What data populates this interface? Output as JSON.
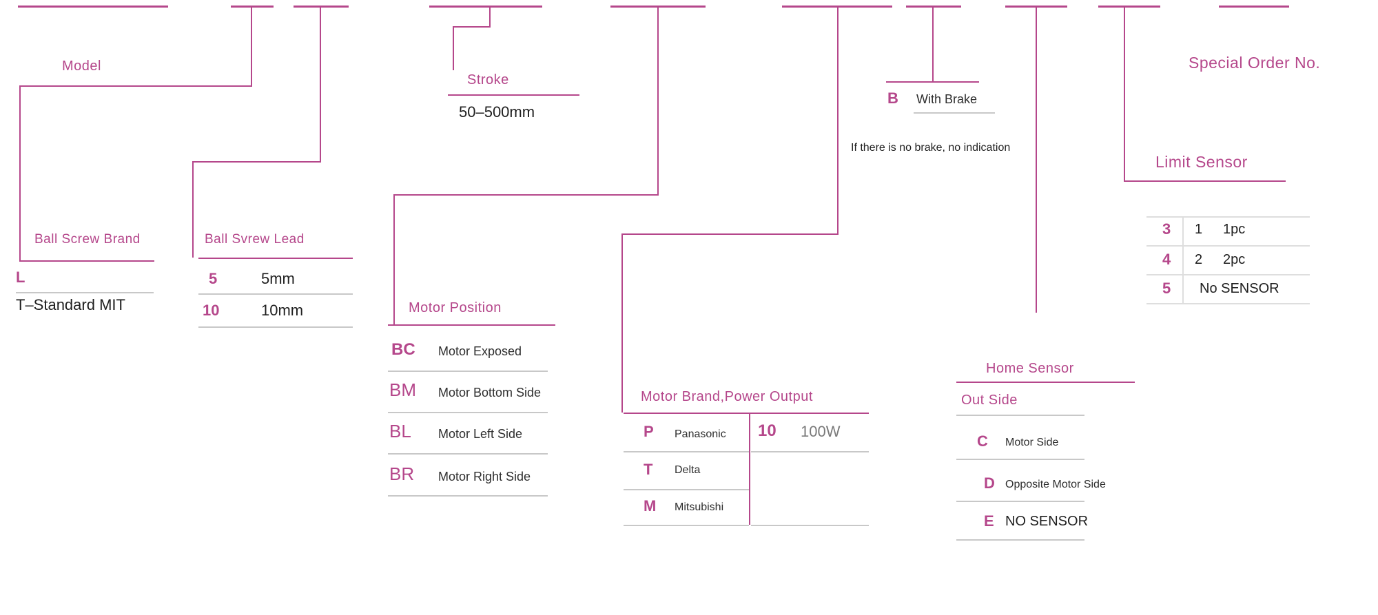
{
  "colors": {
    "accent": "#b5478b",
    "text_dark": "#1f1f1f",
    "line_gray": "#c8c8c8"
  },
  "sections": {
    "model": {
      "title": "Model"
    },
    "ball_screw_brand": {
      "title": "Ball Screw Brand",
      "code": "L",
      "desc": "T–Standard MIT"
    },
    "ball_screw_lead": {
      "title": "Ball Svrew Lead",
      "rows": [
        {
          "code": "5",
          "desc": "5mm"
        },
        {
          "code": "10",
          "desc": "10mm"
        }
      ]
    },
    "stroke": {
      "title": "Stroke",
      "range": "50–500mm"
    },
    "motor_position": {
      "title": "Motor Position",
      "rows": [
        {
          "code": "BC",
          "desc": "Motor Exposed"
        },
        {
          "code": "BM",
          "desc": "Motor Bottom Side"
        },
        {
          "code": "BL",
          "desc": "Motor Left Side"
        },
        {
          "code": "BR",
          "desc": "Motor Right Side"
        }
      ]
    },
    "motor_brand_power": {
      "title": "Motor Brand,Power Output",
      "brands": [
        {
          "code": "P",
          "desc": "Panasonic"
        },
        {
          "code": "T",
          "desc": "Delta"
        },
        {
          "code": "M",
          "desc": "Mitsubishi"
        }
      ],
      "power": {
        "code": "10",
        "desc": "100W"
      }
    },
    "brake": {
      "code": "B",
      "label": "With Brake",
      "note": "If there is no brake, no indication"
    },
    "home_sensor": {
      "title": "Home Sensor",
      "subtitle": "Out Side",
      "rows": [
        {
          "code": "C",
          "desc": "Motor Side"
        },
        {
          "code": "D",
          "desc": "Opposite Motor Side"
        },
        {
          "code": "E",
          "desc": "NO SENSOR"
        }
      ]
    },
    "limit_sensor": {
      "title": "Limit Sensor",
      "rows": [
        {
          "code": "3",
          "qty": "1",
          "desc": "1pc"
        },
        {
          "code": "4",
          "qty": "2",
          "desc": "2pc"
        },
        {
          "code": "5",
          "qty": "",
          "desc": "No SENSOR"
        }
      ]
    },
    "special_order": {
      "title": "Special Order No."
    }
  }
}
